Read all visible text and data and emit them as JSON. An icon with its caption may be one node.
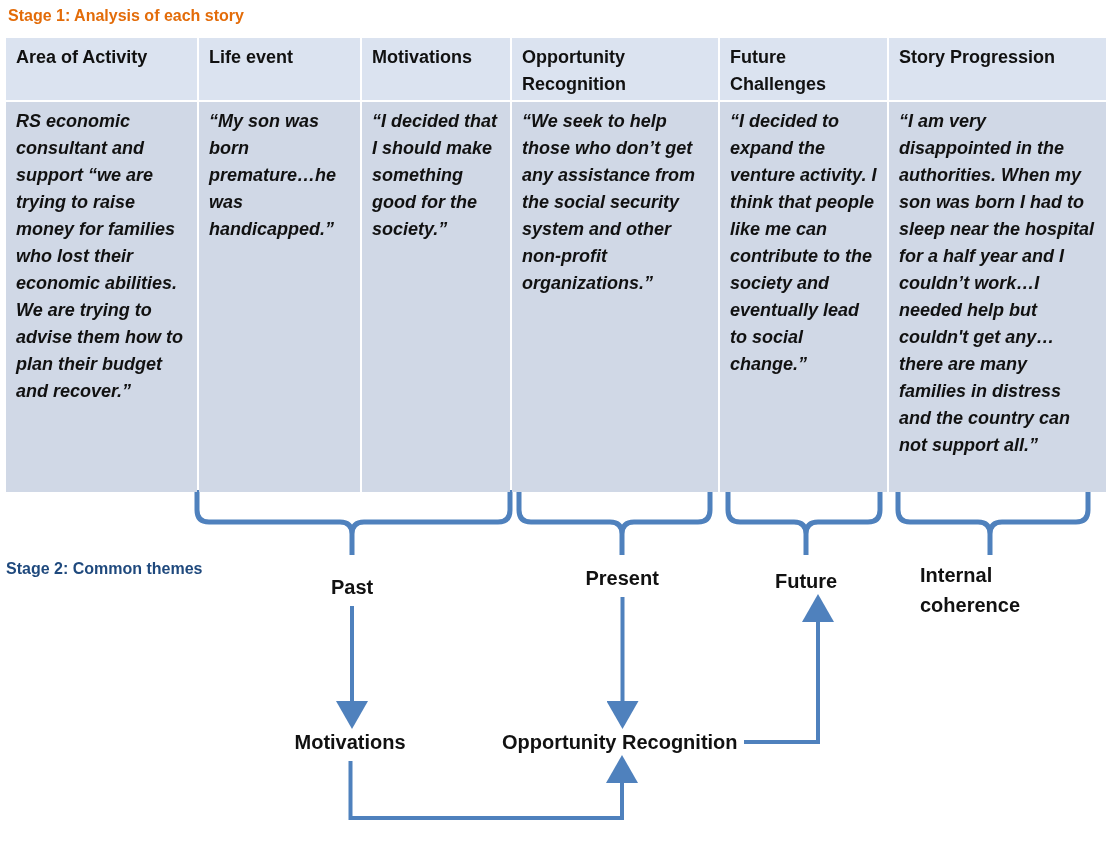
{
  "diagram": {
    "title": "Stage 1:  Analysis of each story",
    "nodes": [
      {
        "text": [
          "Past"
        ]
      },
      {
        "text": [
          "Present"
        ]
      },
      {
        "text": [
          "Future"
        ]
      },
      {
        "text": [
          "Internal coherence"
        ]
      },
      {
        "text": [
          "Motivations"
        ]
      },
      {
        "text": [
          "Opportunity Recognition"
        ]
      }
    ],
    "edges": [
      {
        "from": 0,
        "to": 4,
        "arrow": "to"
      },
      {
        "from": 1,
        "to": 5,
        "arrow": "to"
      },
      {
        "from": 4,
        "to": 5,
        "arrow": "to"
      },
      {
        "from": 5,
        "to": 2,
        "arrow": "to"
      }
    ],
    "labels": [
      "Area of Activity",
      "Life event",
      "Motivations",
      "Opportunity Recognition",
      "Future Challenges",
      "Story Progression",
      "RS economic consultant and support “we are trying to raise money for families who lost their economic abilities. We are trying to advise them how to plan their budget and recover.”",
      "“My son was born premature…he was handicapped.”",
      "“I decided that I should make something good for the society.”",
      "“We seek to help those who don’t get any assistance from the social security system and other non-profit organizations.”",
      "“I decided to expand the venture activity. I think that people like me can contribute to the society and eventually lead to social change.”",
      "“I am very disappointed in the authorities. When my son was born I had to sleep near the hospital for a half year and I couldn’t work…I needed help but couldn't get any…there are many families in distress and the country can not support all.”",
      "Stage 2:  Common themes"
    ]
  }
}
